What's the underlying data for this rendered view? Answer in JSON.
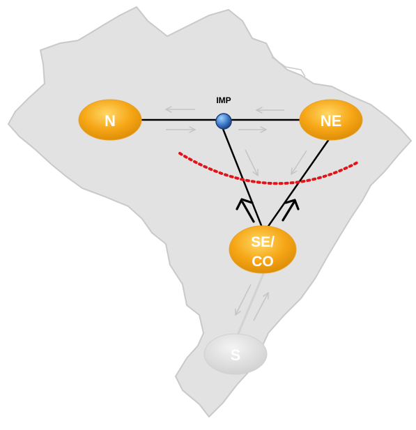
{
  "diagram": {
    "hub_label": "IMP",
    "regions": {
      "north": "N",
      "northeast": "NE",
      "southeast": "SE/",
      "southeast_line2": "CO",
      "south": "S"
    },
    "colors": {
      "map_fill": "#e2e2e2",
      "map_stroke": "#c9c9c9",
      "node_orange": "#f6a616",
      "node_orange_light": "#fccb4d",
      "node_gray": "#e4e4e4",
      "hub_blue": "#3a78c8",
      "link_black": "#000000",
      "limit_red": "#e0151b",
      "faint_arrow": "#c4c4c4"
    }
  }
}
